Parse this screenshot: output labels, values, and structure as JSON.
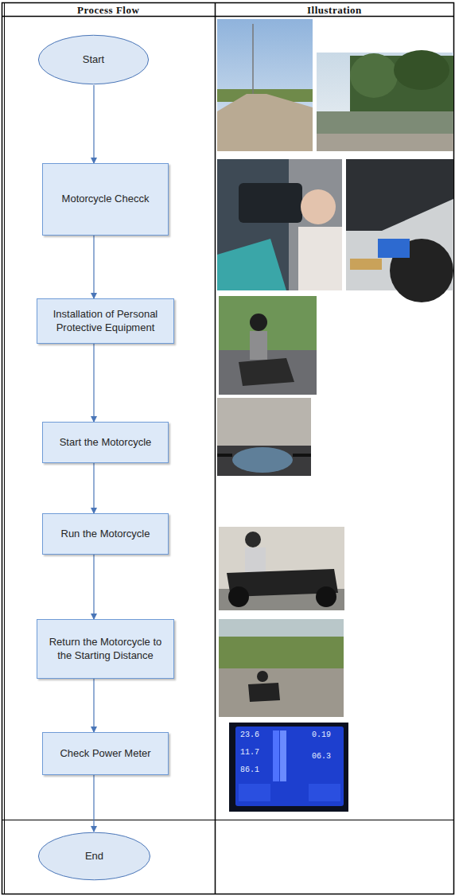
{
  "diagram": {
    "nodes": [
      {
        "text": [
          "Start"
        ]
      },
      {
        "text": [
          "Motorcycle Checck"
        ]
      },
      {
        "text": [
          "Installation of Personal Protective Equipment"
        ]
      },
      {
        "text": [
          "Start the Motorcycle"
        ]
      },
      {
        "text": [
          "Run the Motorcycle"
        ]
      },
      {
        "text": [
          "Return the Motorcycle to the Starting Distance"
        ]
      },
      {
        "text": [
          "Check Power Meter"
        ]
      },
      {
        "text": [
          "End"
        ]
      }
    ],
    "edges": [
      {
        "from": 0,
        "to": 1,
        "arrow": "to"
      },
      {
        "from": 1,
        "to": 2,
        "arrow": "to"
      },
      {
        "from": 2,
        "to": 3,
        "arrow": "to"
      },
      {
        "from": 3,
        "to": 4,
        "arrow": "to"
      },
      {
        "from": 4,
        "to": 5,
        "arrow": "to"
      },
      {
        "from": 5,
        "to": 6,
        "arrow": "to"
      },
      {
        "from": 6,
        "to": 7,
        "arrow": "to"
      }
    ],
    "labels": [
      "Process Flow",
      "Illustration",
      "23.6",
      "11.7",
      "86.1",
      "0.19",
      "06.3"
    ]
  }
}
